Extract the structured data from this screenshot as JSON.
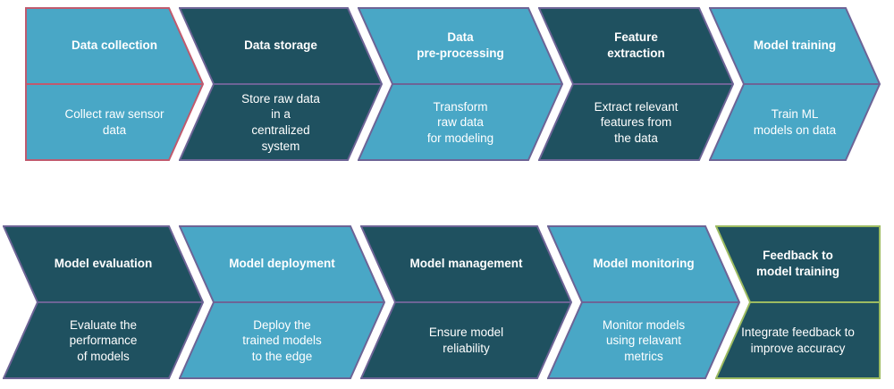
{
  "colors": {
    "light_blue": "#49a7c6",
    "dark_teal": "#1f5160",
    "red_accent": "#c05a6e",
    "purple_accent": "#6d6496",
    "green_accent": "#9dbb61",
    "text": "#ffffff",
    "background": "#ffffff"
  },
  "flow": {
    "rows": [
      {
        "steps": [
          {
            "title": "Data collection",
            "description": "Collect raw sensor\ndata",
            "fill": "#49a7c6",
            "accent": "#c05a6e"
          },
          {
            "title": "Data storage",
            "description": "Store raw data\nin a\ncentralized\nsystem",
            "fill": "#1f5160",
            "accent": "#6d6496"
          },
          {
            "title": "Data\npre-processing",
            "description": "Transform\nraw data\nfor modeling",
            "fill": "#49a7c6",
            "accent": "#6d6496"
          },
          {
            "title": "Feature\nextraction",
            "description": "Extract relevant\nfeatures from\nthe data",
            "fill": "#1f5160",
            "accent": "#6d6496"
          },
          {
            "title": "Model training",
            "description": "Train ML\nmodels on data",
            "fill": "#49a7c6",
            "accent": "#6d6496"
          }
        ]
      },
      {
        "steps": [
          {
            "title": "Model evaluation",
            "description": "Evaluate the\nperformance\nof models",
            "fill": "#1f5160",
            "accent": "#6d6496"
          },
          {
            "title": "Model deployment",
            "description": "Deploy the\ntrained models\nto the edge",
            "fill": "#49a7c6",
            "accent": "#6d6496"
          },
          {
            "title": "Model management",
            "description": "Ensure model\nreliability",
            "fill": "#1f5160",
            "accent": "#6d6496"
          },
          {
            "title": "Model monitoring",
            "description": "Monitor models\nusing relavant\nmetrics",
            "fill": "#49a7c6",
            "accent": "#6d6496"
          },
          {
            "title": "Feedback to\nmodel training",
            "description": "Integrate feedback to\nimprove accuracy",
            "fill": "#1f5160",
            "accent": "#9dbb61"
          }
        ]
      }
    ]
  }
}
